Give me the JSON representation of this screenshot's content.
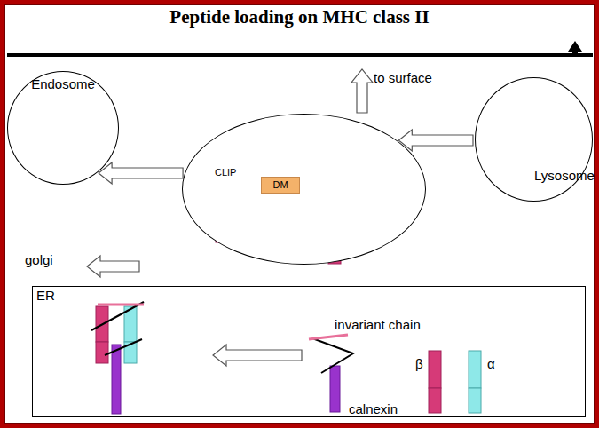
{
  "diagram": {
    "title": "Peptide loading on MHC class II",
    "nodes": [
      {
        "text": [
          "Endosome"
        ]
      },
      {
        "text": [
          "CLIP"
        ]
      },
      {
        "text": [
          "DM"
        ],
        "in": 1
      },
      {
        "text": [
          "Lysosome"
        ]
      },
      {
        "text": [
          "ER"
        ]
      }
    ],
    "edges": [
      {
        "from": 3,
        "to": 1,
        "arrow": "to"
      },
      {
        "from": 1,
        "to": 0,
        "arrow": "to"
      }
    ],
    "labels": [
      "to surface",
      "golgi",
      "invariant chain",
      "calnexin",
      "β",
      "α"
    ]
  }
}
